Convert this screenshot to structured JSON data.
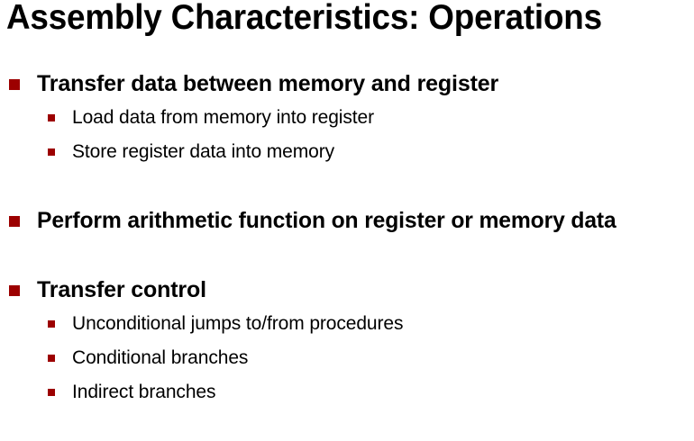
{
  "slide": {
    "title": "Assembly Characteristics: Operations",
    "bullet_marker_color": "#9c0000",
    "text_color": "#000000",
    "background_color": "#ffffff",
    "items": [
      {
        "level": 1,
        "text": "Transfer data between memory and register",
        "marker": "square-bullet-dark-red"
      },
      {
        "level": 2,
        "text": "Load data from memory into register",
        "marker": "square-bullet-dark-red-small"
      },
      {
        "level": 2,
        "text": "Store register data into memory",
        "marker": "square-bullet-dark-red-small"
      },
      {
        "level": 1,
        "text": "Perform arithmetic function on register or memory data",
        "marker": "square-bullet-dark-red"
      },
      {
        "level": 1,
        "text": "Transfer control",
        "marker": "square-bullet-dark-red"
      },
      {
        "level": 2,
        "text": "Unconditional jumps to/from procedures",
        "marker": "square-bullet-dark-red-small"
      },
      {
        "level": 2,
        "text": "Conditional branches",
        "marker": "square-bullet-dark-red-small"
      },
      {
        "level": 2,
        "text": "Indirect branches",
        "marker": "square-bullet-dark-red-small"
      }
    ]
  }
}
